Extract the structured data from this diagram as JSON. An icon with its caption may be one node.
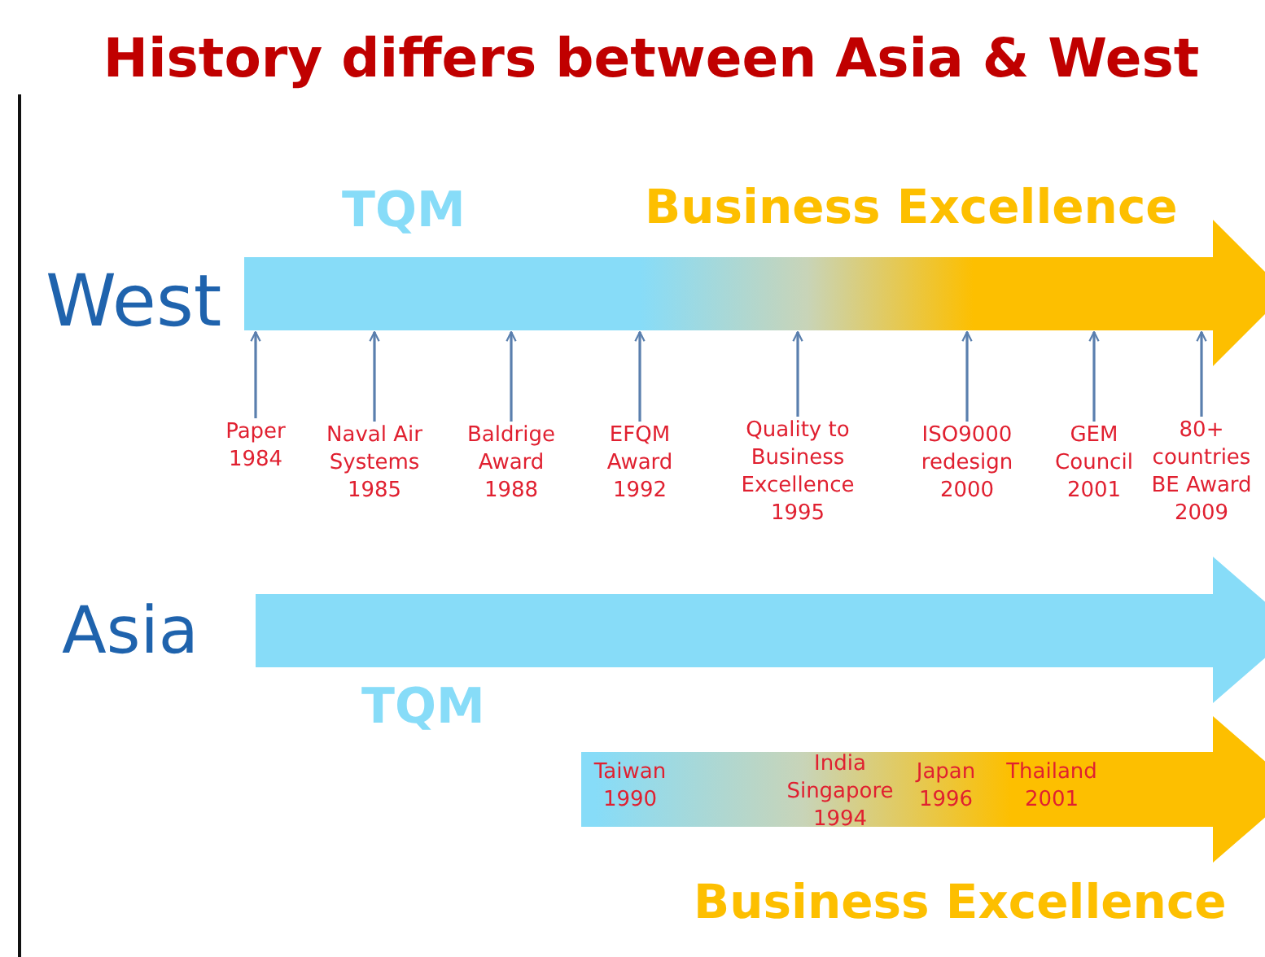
{
  "diagram": {
    "title": "History differs between Asia & West",
    "nodes": [
      {
        "text": [],
        "shape": "arrow"
      },
      {
        "text": [
          "Paper 1984"
        ]
      },
      {
        "text": [
          "Naval Air Systems 1985"
        ]
      },
      {
        "text": [
          "Baldrige Award 1988"
        ]
      },
      {
        "text": [
          "EFQM Award 1992"
        ]
      },
      {
        "text": [
          "Quality to Business Excellence 1995"
        ]
      },
      {
        "text": [
          "ISO9000 redesign 2000"
        ]
      },
      {
        "text": [
          "GEM Council 2001"
        ]
      },
      {
        "text": [
          "80+ countries BE Award 2009"
        ]
      },
      {
        "text": [],
        "shape": "arrow"
      },
      {
        "text": [
          "Taiwan 1990",
          "India Singapore 1994",
          "Japan 1996",
          "Thailand 2001"
        ]
      }
    ],
    "edges": [
      {
        "from": 1,
        "to": 0,
        "arrow": "to"
      },
      {
        "from": 2,
        "to": 0,
        "arrow": "to"
      },
      {
        "from": 3,
        "to": 0,
        "arrow": "to"
      },
      {
        "from": 4,
        "to": 0,
        "arrow": "to"
      },
      {
        "from": 5,
        "to": 0,
        "arrow": "to"
      },
      {
        "from": 6,
        "to": 0,
        "arrow": "to"
      },
      {
        "from": 7,
        "to": 0,
        "arrow": "to"
      },
      {
        "from": 8,
        "to": 0,
        "arrow": "to"
      }
    ],
    "labels": [
      "West",
      "TQM",
      "Business Excellence",
      "Asia",
      "TQM",
      "Business Excellence"
    ]
  }
}
